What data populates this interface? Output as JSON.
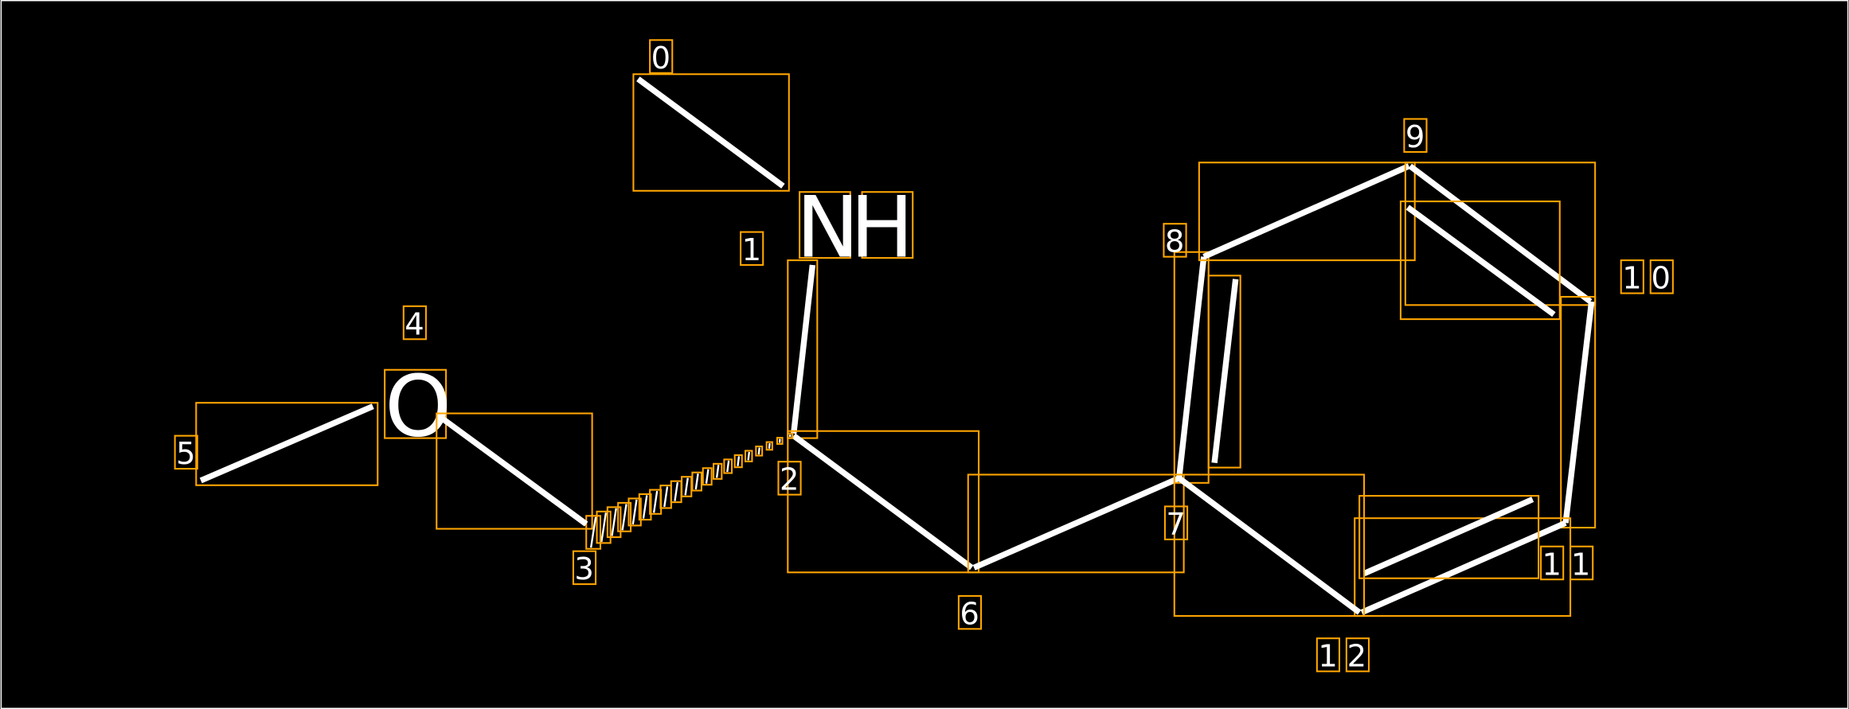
{
  "atoms": {
    "nh": "NH",
    "o": "O"
  },
  "indices": [
    "0",
    "1",
    "2",
    "3",
    "4",
    "5",
    "6",
    "7",
    "8",
    "9",
    "10",
    "11",
    "12"
  ],
  "colors": {
    "background": "#000000",
    "bond": "#FFFFFF",
    "box": "#FFA500"
  }
}
